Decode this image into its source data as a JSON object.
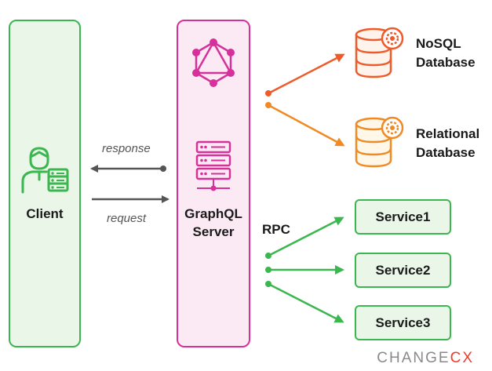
{
  "client": {
    "label": "Client"
  },
  "server": {
    "line1": "GraphQL",
    "line2": "Server"
  },
  "arrows": {
    "response": "response",
    "request": "request",
    "rpc": "RPC"
  },
  "databases": {
    "nosql": {
      "line1": "NoSQL",
      "line2": "Database"
    },
    "relational": {
      "line1": "Relational",
      "line2": "Database"
    }
  },
  "services": [
    "Service1",
    "Service2",
    "Service3"
  ],
  "brand": {
    "prefix": "CHANGE",
    "suffix": "CX"
  },
  "colors": {
    "green": "#3cb64f",
    "green_fill": "#e9f6e8",
    "pink": "#d6319a",
    "pink_fill": "#fbeaf4",
    "orange": "#f08a24",
    "red_orange": "#ee5a2a",
    "gray": "#555555"
  },
  "icons": [
    "client-user-icon",
    "graphql-logo-icon",
    "server-rack-icon",
    "database-gear-icon"
  ]
}
